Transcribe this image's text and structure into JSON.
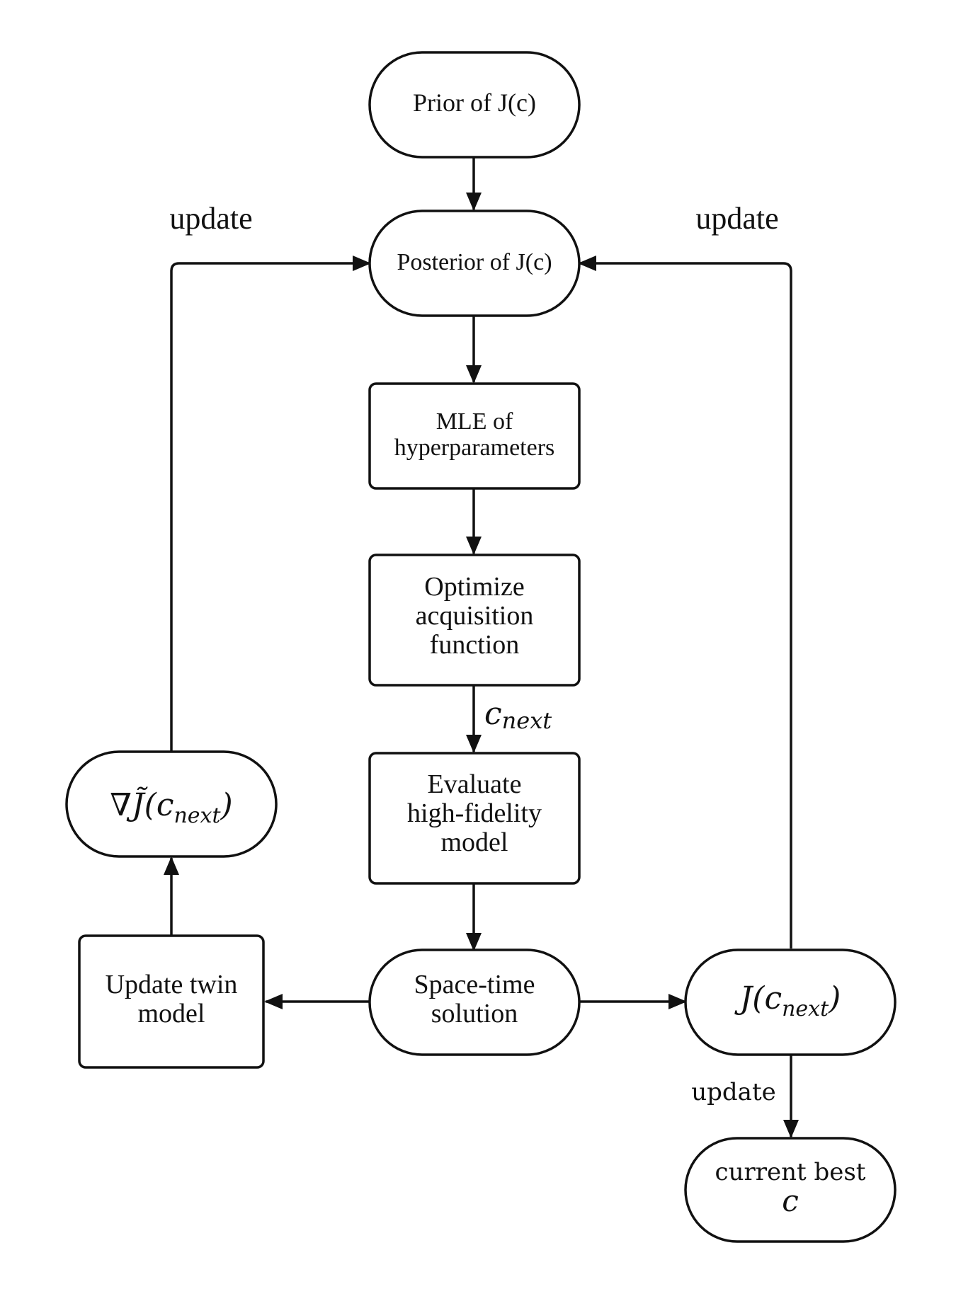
{
  "nodes": {
    "prior": "Prior of J(c)",
    "posterior": "Posterior of J(c)",
    "mle": [
      "MLE of",
      "hyperparameters"
    ],
    "optimize": [
      "Optimize",
      "acquisition",
      "function"
    ],
    "evaluate": [
      "Evaluate",
      "high-fidelity",
      "model"
    ],
    "spacetime": [
      "Space-time",
      "solution"
    ],
    "update_twin": [
      "Update twin",
      "model"
    ],
    "grad": "∇J̃(c",
    "grad_sub": "next",
    "grad_close": ")",
    "j_next": "J(c",
    "j_next_sub": "next",
    "j_next_close": ")",
    "current_best": [
      "current best",
      "c"
    ]
  },
  "edges": {
    "left_update": "update",
    "right_update": "update",
    "bottom_update": "update",
    "c_next_base": "c",
    "c_next_sub": "next"
  }
}
